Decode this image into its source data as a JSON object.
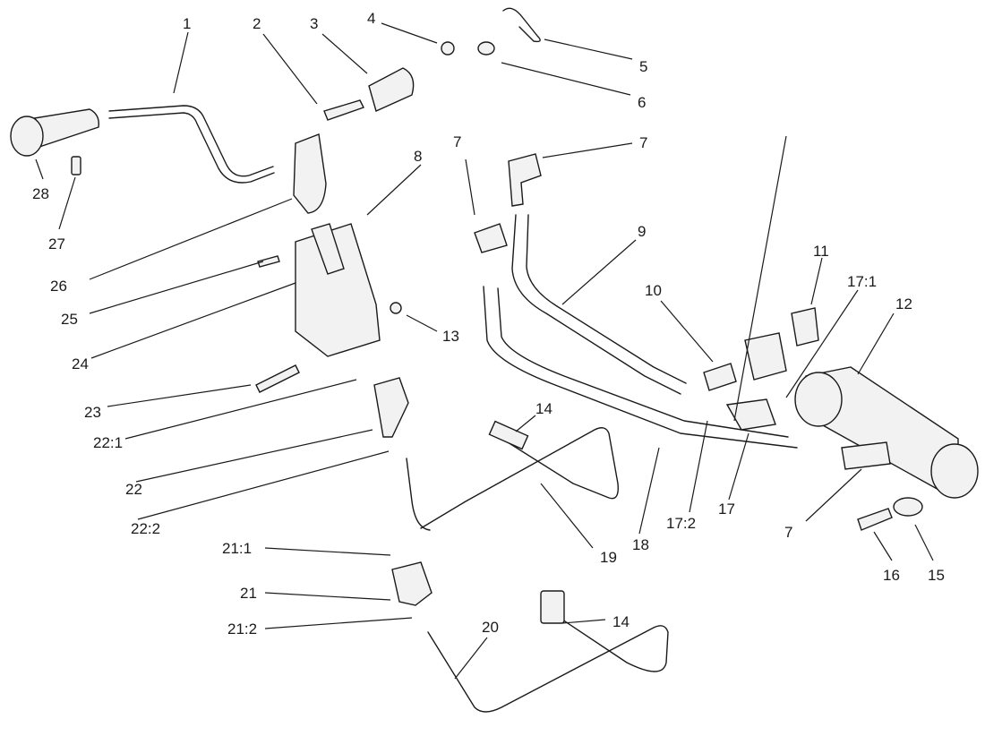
{
  "callouts": {
    "c1": "1",
    "c2": "2",
    "c3": "3",
    "c4": "4",
    "c5": "5",
    "c6": "6",
    "c7a": "7",
    "c7b": "7",
    "c7c": "7",
    "c8": "8",
    "c9": "9",
    "c10": "10",
    "c11": "11",
    "c12": "12",
    "c13": "13",
    "c14a": "14",
    "c14b": "14",
    "c15": "15",
    "c16": "16",
    "c17": "17",
    "c17_1": "17:1",
    "c17_2": "17:2",
    "c18": "18",
    "c19": "19",
    "c20": "20",
    "c21": "21",
    "c21_1": "21:1",
    "c21_2": "21:2",
    "c22": "22",
    "c22_1": "22:1",
    "c22_2": "22:2",
    "c23": "23",
    "c24": "24",
    "c25": "25",
    "c26": "26",
    "c27": "27",
    "c28": "28"
  },
  "colors": {
    "line": "#1a1a1a",
    "fill": "#f2f2f2",
    "background": "#ffffff"
  }
}
